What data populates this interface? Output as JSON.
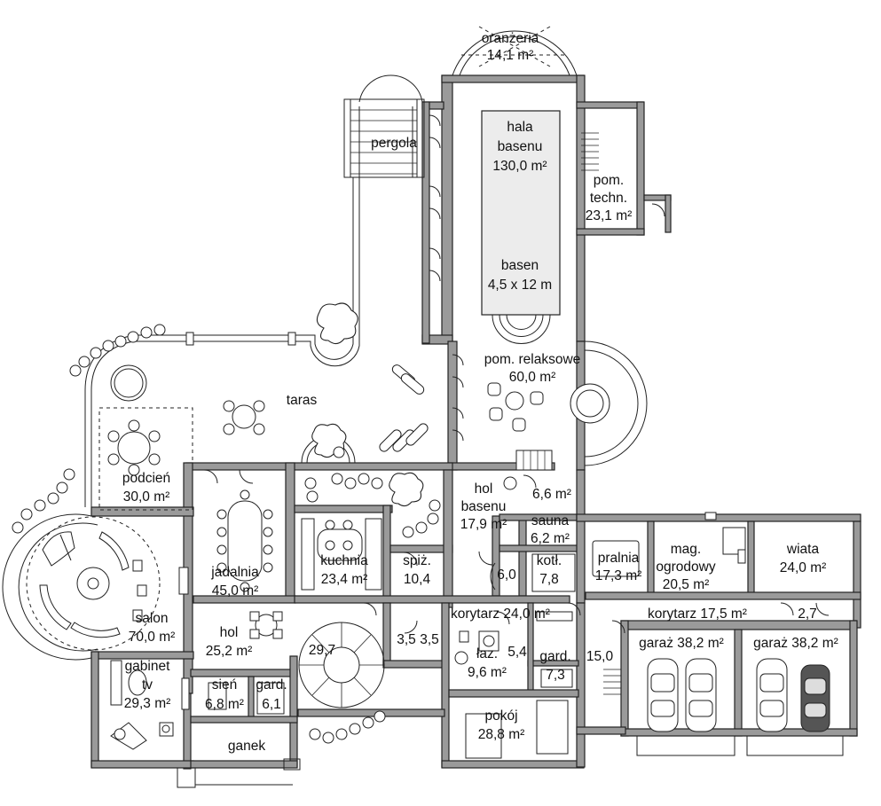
{
  "rooms": [
    {
      "id": "oranzeria",
      "lines": [
        "oranżeria",
        "14,1 m²"
      ]
    },
    {
      "id": "pergola",
      "lines": [
        "pergola"
      ]
    },
    {
      "id": "hala-basenu",
      "lines": [
        "hala",
        "basenu",
        "130,0 m²"
      ]
    },
    {
      "id": "basen",
      "lines": [
        "basen",
        "4,5 x 12 m"
      ]
    },
    {
      "id": "pom-techn",
      "lines": [
        "pom.",
        "techn.",
        "23,1 m²"
      ]
    },
    {
      "id": "taras",
      "lines": [
        "taras"
      ]
    },
    {
      "id": "pom-relaksowe",
      "lines": [
        "pom. relaksowe",
        "60,0 m²"
      ]
    },
    {
      "id": "podcien",
      "lines": [
        "podcień",
        "30,0 m²"
      ]
    },
    {
      "id": "hol-basenu",
      "lines": [
        "hol",
        "basenu",
        "17,9 m²"
      ]
    },
    {
      "id": "sauna-wc",
      "lines": [
        "6,6 m²"
      ]
    },
    {
      "id": "sauna",
      "lines": [
        "sauna",
        "6,2 m²"
      ]
    },
    {
      "id": "jadalnia",
      "lines": [
        "jadalnia",
        "45,0 m²"
      ]
    },
    {
      "id": "kuchnia",
      "lines": [
        "kuchnia",
        "23,4 m²"
      ]
    },
    {
      "id": "spiz",
      "lines": [
        "spiż.",
        "10,4"
      ]
    },
    {
      "id": "kotl",
      "lines": [
        "kotł.",
        "7,8"
      ]
    },
    {
      "id": "small-60",
      "lines": [
        "6,0"
      ]
    },
    {
      "id": "pralnia",
      "lines": [
        "pralnia",
        "17,3 m²"
      ]
    },
    {
      "id": "mag-ogrodowy",
      "lines": [
        "mag.",
        "ogrodowy",
        "20,5 m²"
      ]
    },
    {
      "id": "wiata",
      "lines": [
        "wiata",
        "24,0 m²"
      ]
    },
    {
      "id": "salon",
      "lines": [
        "salon",
        "70,0 m²"
      ]
    },
    {
      "id": "korytarz-1",
      "lines": [
        "korytarz 24,0 m²"
      ]
    },
    {
      "id": "korytarz-2",
      "lines": [
        "korytarz 17,5 m²"
      ]
    },
    {
      "id": "small-27",
      "lines": [
        "2,7"
      ]
    },
    {
      "id": "hol",
      "lines": [
        "hol",
        "25,2 m²"
      ]
    },
    {
      "id": "stairs-297",
      "lines": [
        "29,7"
      ]
    },
    {
      "id": "wc-35-a",
      "lines": [
        "3,5"
      ]
    },
    {
      "id": "wc-35-b",
      "lines": [
        "3,5"
      ]
    },
    {
      "id": "lazienka",
      "lines": [
        "łaz.",
        "9,6 m²"
      ]
    },
    {
      "id": "small-54",
      "lines": [
        "5,4"
      ]
    },
    {
      "id": "gard-73",
      "lines": [
        "gard.",
        "7,3"
      ]
    },
    {
      "id": "stairs-150",
      "lines": [
        "15,0"
      ]
    },
    {
      "id": "garaz-1",
      "lines": [
        "garaż 38,2 m²"
      ]
    },
    {
      "id": "garaz-2",
      "lines": [
        "garaż 38,2 m²"
      ]
    },
    {
      "id": "gabinet",
      "lines": [
        "gabinet",
        "tv",
        "29,3 m²"
      ]
    },
    {
      "id": "sien",
      "lines": [
        "sień",
        "6,8 m²"
      ]
    },
    {
      "id": "gard-61",
      "lines": [
        "gard.",
        "6,1"
      ]
    },
    {
      "id": "pokoj",
      "lines": [
        "pokój",
        "28,8 m²"
      ]
    },
    {
      "id": "ganek",
      "lines": [
        "ganek"
      ]
    }
  ]
}
